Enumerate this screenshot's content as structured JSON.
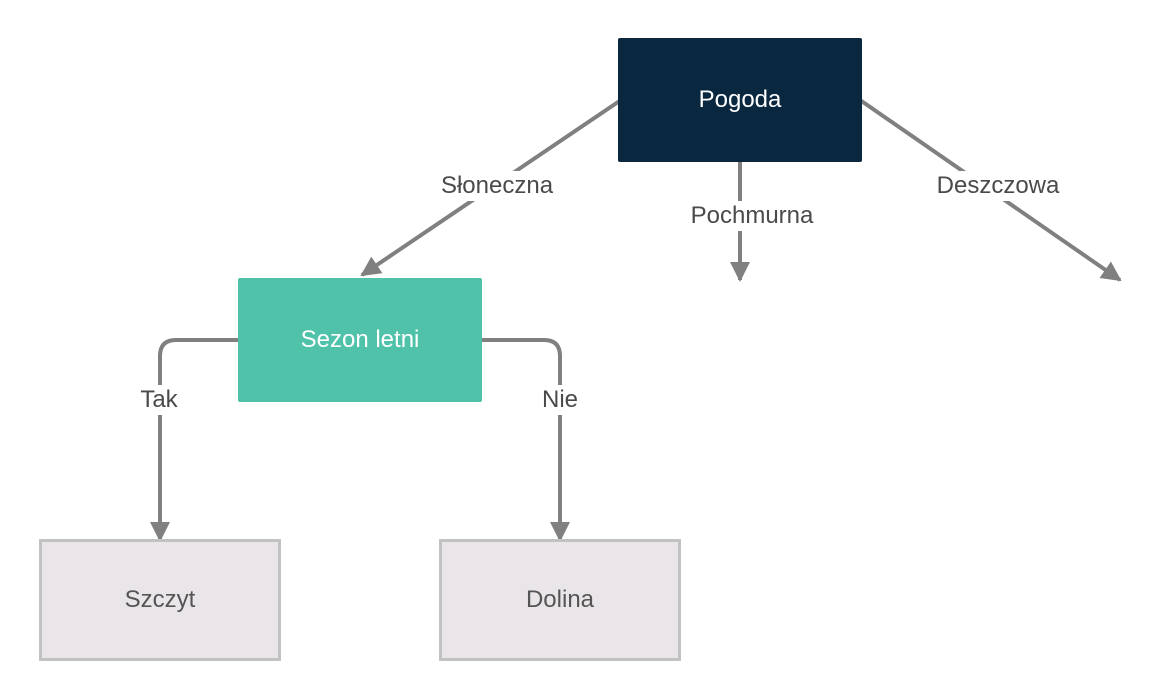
{
  "colors": {
    "root_fill": "#0a2740",
    "summer_fill": "#50c2aa",
    "leaf_fill": "#e9e5e8",
    "leaf_border": "#c2c2c2",
    "connector": "#808080"
  },
  "nodes": {
    "root": {
      "label": "Pogoda"
    },
    "summer": {
      "label": "Sezon letni"
    },
    "peak": {
      "label": "Szczyt"
    },
    "valley": {
      "label": "Dolina"
    }
  },
  "edges": {
    "sunny": {
      "label": "Słoneczna"
    },
    "cloudy": {
      "label": "Pochmurna"
    },
    "rainy": {
      "label": "Deszczowa"
    },
    "yes": {
      "label": "Tak"
    },
    "no": {
      "label": "Nie"
    }
  }
}
